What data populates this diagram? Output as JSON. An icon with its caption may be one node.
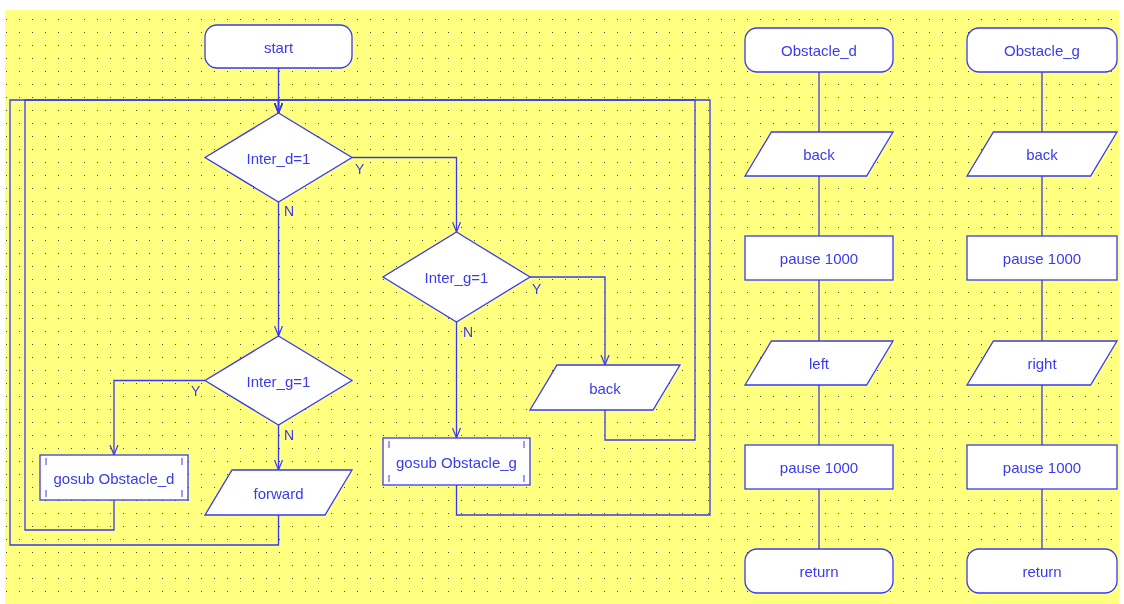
{
  "diagram": {
    "nodes": [
      {
        "text": [
          "start"
        ]
      },
      {
        "text": [
          "Inter_d=1"
        ]
      },
      {
        "text": [
          "Inter_g=1"
        ]
      },
      {
        "text": [
          "Inter_g=1"
        ]
      },
      {
        "text": [
          "back"
        ]
      },
      {
        "text": [
          "gosub Obstacle_g"
        ]
      },
      {
        "text": [
          "gosub Obstacle_d"
        ]
      },
      {
        "text": [
          "forward"
        ]
      },
      {
        "text": [
          "Obstacle_d"
        ]
      },
      {
        "text": [
          "back"
        ]
      },
      {
        "text": [
          "pause 1000"
        ]
      },
      {
        "text": [
          "left"
        ]
      },
      {
        "text": [
          "pause 1000"
        ]
      },
      {
        "text": [
          "return"
        ]
      },
      {
        "text": [
          "Obstacle_g"
        ]
      },
      {
        "text": [
          "back"
        ]
      },
      {
        "text": [
          "pause 1000"
        ]
      },
      {
        "text": [
          "right"
        ]
      },
      {
        "text": [
          "pause 1000"
        ]
      },
      {
        "text": [
          "return"
        ]
      }
    ],
    "edges": [
      {
        "from": 0,
        "to": 1,
        "arrow": "to"
      },
      {
        "from": 1,
        "to": 2,
        "arrow": "to",
        "label": "Y"
      },
      {
        "from": 1,
        "to": 3,
        "arrow": "to",
        "label": "N"
      },
      {
        "from": 2,
        "to": 4,
        "arrow": "to",
        "label": "Y"
      },
      {
        "from": 2,
        "to": 5,
        "arrow": "to",
        "label": "N"
      },
      {
        "from": 3,
        "to": 6,
        "arrow": "to",
        "label": "Y"
      },
      {
        "from": 3,
        "to": 7,
        "arrow": "to",
        "label": "N"
      },
      {
        "from": 4,
        "to": 1,
        "arrow": "to"
      },
      {
        "from": 5,
        "to": 1,
        "arrow": "to"
      },
      {
        "from": 6,
        "to": 1,
        "arrow": "to"
      },
      {
        "from": 7,
        "to": 1,
        "arrow": "to"
      },
      {
        "from": 8,
        "to": 9,
        "arrow": "none"
      },
      {
        "from": 9,
        "to": 10,
        "arrow": "none"
      },
      {
        "from": 10,
        "to": 11,
        "arrow": "none"
      },
      {
        "from": 11,
        "to": 12,
        "arrow": "none"
      },
      {
        "from": 12,
        "to": 13,
        "arrow": "none"
      },
      {
        "from": 14,
        "to": 15,
        "arrow": "none"
      },
      {
        "from": 15,
        "to": 16,
        "arrow": "none"
      },
      {
        "from": 16,
        "to": 17,
        "arrow": "none"
      },
      {
        "from": 17,
        "to": 18,
        "arrow": "none"
      },
      {
        "from": 18,
        "to": 19,
        "arrow": "none"
      }
    ]
  }
}
